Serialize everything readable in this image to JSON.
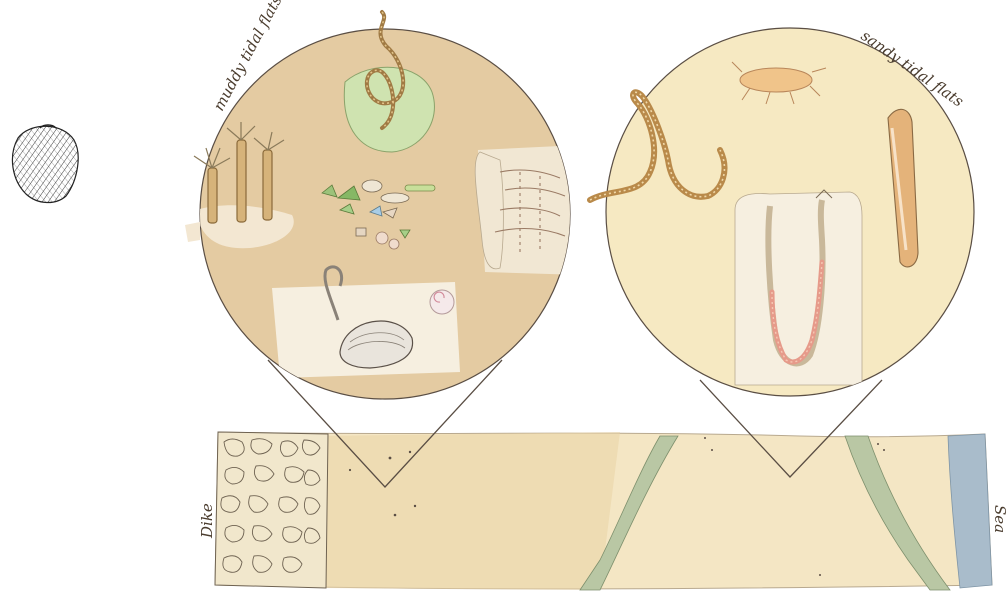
{
  "labels": {
    "muddy": "muddy tidal flats",
    "sandy": "sandy tidal flats",
    "dike": "Dike",
    "sea": "Sea"
  },
  "colors": {
    "muddy_circle": "#e4cba2",
    "sandy_circle": "#f6e9c2",
    "strip": "#f4e6c4",
    "channel": "#b9c7a4",
    "sea_edge": "#a9bccb",
    "outline": "#5a4e44"
  },
  "icons": [
    "cockle-shell-icon",
    "anemone-icon",
    "lugworm-icon",
    "green-algae-icon",
    "diatoms-icon",
    "jellyfish-icon",
    "clam-icon",
    "snail-icon",
    "ragworm-icon",
    "amphipod-icon",
    "razor-clam-icon",
    "burrow-icon"
  ]
}
